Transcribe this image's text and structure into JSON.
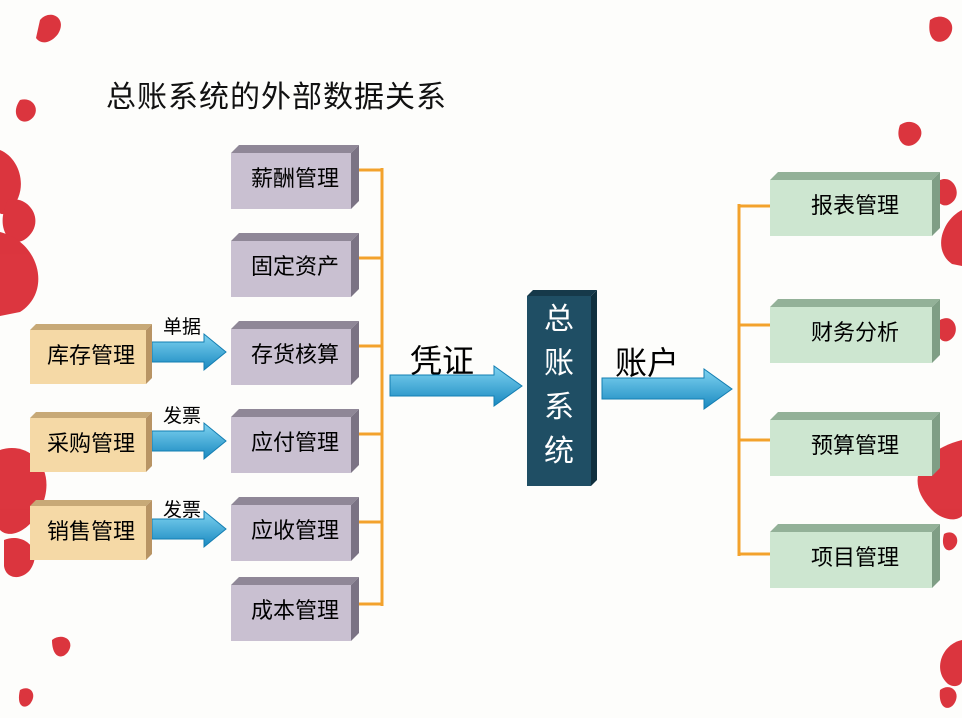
{
  "title": "总账系统的外部数据关系",
  "left_modules": [
    "库存管理",
    "采购管理",
    "销售管理"
  ],
  "left_arrow_labels": [
    "单据",
    "发票",
    "发票"
  ],
  "middle_modules": [
    "薪酬管理",
    "固定资产",
    "存货核算",
    "应付管理",
    "应收管理",
    "成本管理"
  ],
  "voucher_label": "凭证",
  "core": [
    "总",
    "账",
    "系",
    "统"
  ],
  "account_label": "账户",
  "right_modules": [
    "报表管理",
    "财务分析",
    "预算管理",
    "项目管理"
  ],
  "colors": {
    "left_box": "#f5d9a6",
    "middle_box": "#c9c0d1",
    "right_box": "#cde6d0",
    "connector": "#f3a22c",
    "arrow": "#1f9fd2",
    "core": "#1f4e64",
    "petal": "#d9252f"
  }
}
